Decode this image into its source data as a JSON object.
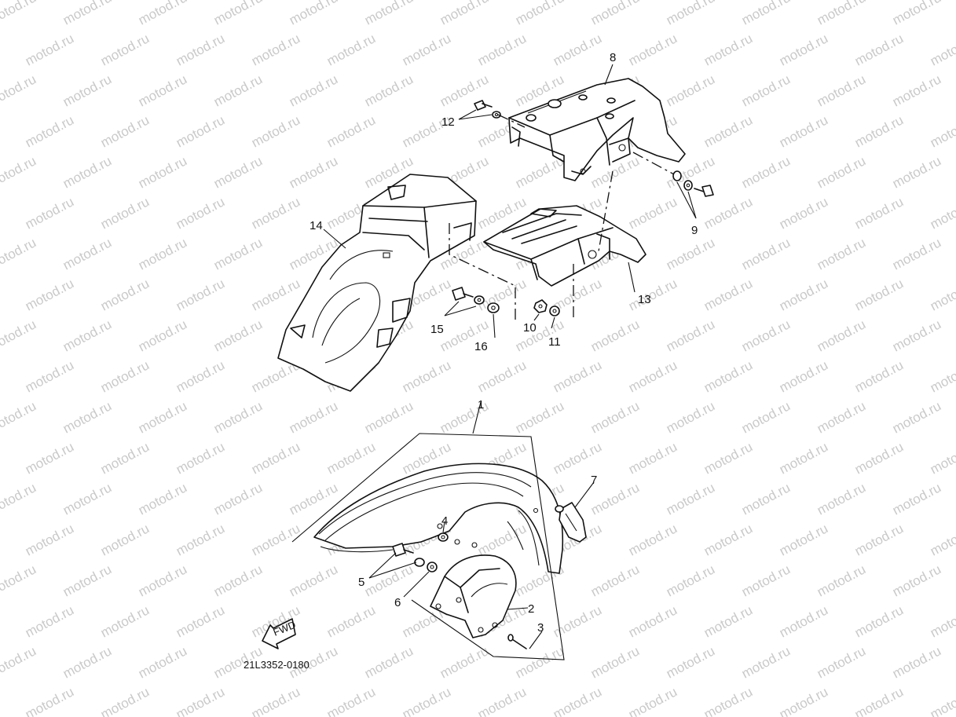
{
  "watermark": {
    "text": "motod.ru"
  },
  "diagram_code": "21L3352-0180",
  "fwd_label": "FWD",
  "callouts": {
    "c1": "1",
    "c2": "2",
    "c3": "3",
    "c4": "4",
    "c5": "5",
    "c6": "6",
    "c7": "7",
    "c8": "8",
    "c9": "9",
    "c10": "10",
    "c11": "11",
    "c12": "12",
    "c13": "13",
    "c14": "14",
    "c15": "15",
    "c16": "16"
  }
}
